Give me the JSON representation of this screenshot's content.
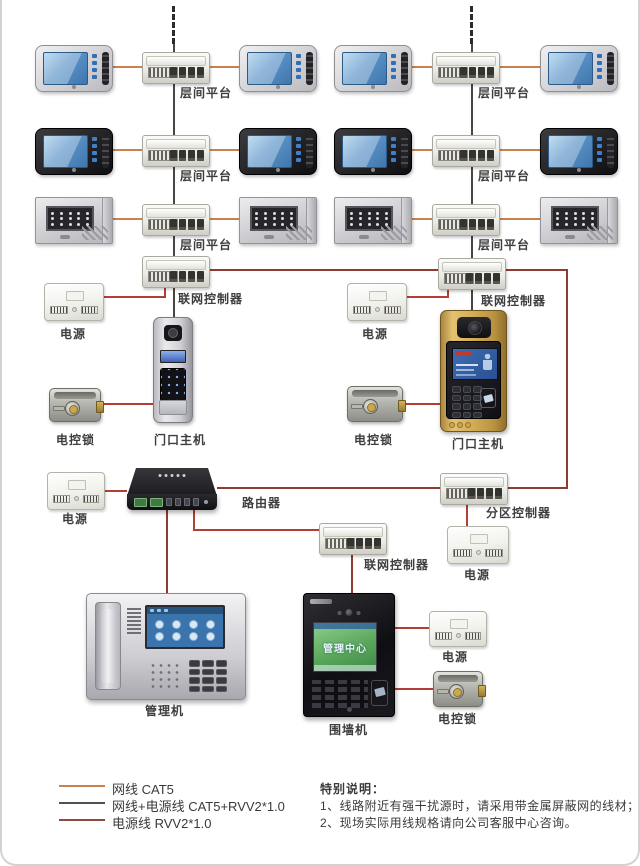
{
  "nodes": {
    "floor_platform": "层间平台",
    "network_controller": "联网控制器",
    "power_supply": "电源",
    "electric_lock": "电控锁",
    "door_station": "门口主机",
    "router": "路由器",
    "zone_controller": "分区控制器",
    "management_machine": "管理机",
    "wall_machine": "围墙机"
  },
  "wall_machine": {
    "screen_title": "管理中心"
  },
  "legend": {
    "items": [
      {
        "label": "网线 CAT5",
        "color": "#c9824d"
      },
      {
        "label": "网线+电源线 CAT5+RVV2*1.0",
        "color": "#55504c"
      },
      {
        "label": "电源线 RVV2*1.0",
        "color": "#8e4a42"
      }
    ]
  },
  "notes": {
    "title": "特别说明：",
    "items": [
      "1、线路附近有强干扰源时，请采用带金属屏蔽网的线材；",
      "2、现场实际用线规格请向公司客服中心咨询。"
    ]
  },
  "line_colors": {
    "cat5": "#c9824d",
    "trunk": "#4a4540",
    "backbone": "#8e3b33",
    "power": "#b23f35"
  }
}
